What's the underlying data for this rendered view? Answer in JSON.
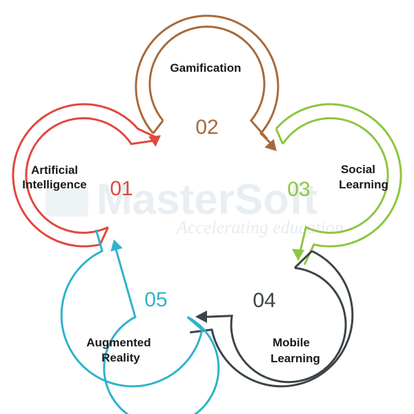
{
  "watermark": {
    "logo": "MasterSoft",
    "tagline": "Accelerating education"
  },
  "steps": [
    {
      "number": "01",
      "line1": "Artificial",
      "line2": "Intelligence",
      "color": "#e0483e"
    },
    {
      "number": "02",
      "line1": "Gamification",
      "line2": "",
      "color": "#a8693a"
    },
    {
      "number": "03",
      "line1": "Social",
      "line2": "Learning",
      "color": "#8cc63f"
    },
    {
      "number": "04",
      "line1": "Mobile",
      "line2": "Learning",
      "color": "#3b4448"
    },
    {
      "number": "05",
      "line1": "Augmented",
      "line2": "Reality",
      "color": "#2fb3c9"
    }
  ]
}
